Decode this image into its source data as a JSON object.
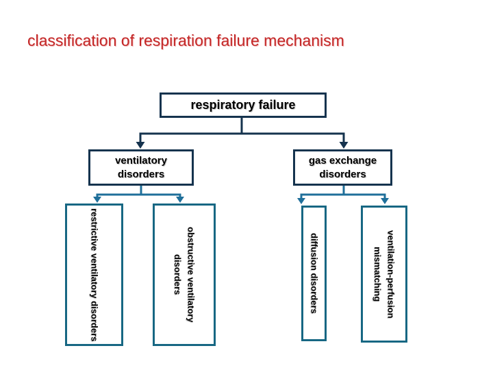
{
  "title": "classification of respiration failure mechanism",
  "colors": {
    "title-red": "#c32727",
    "navy": "#15334e",
    "teal-border": "#176783",
    "teal-line": "#1f6f9a"
  },
  "diagram": {
    "root": {
      "label": "respiratory failure"
    },
    "level2": [
      {
        "label": "ventilatory disorders"
      },
      {
        "label": "gas exchange disorders"
      }
    ],
    "level3": [
      {
        "label": "restrictive ventilatory disorders"
      },
      {
        "label": "obstructive ventilatory disorders"
      },
      {
        "label": "diffusion disorders"
      },
      {
        "label": "ventilation-perfusion mismatching"
      }
    ]
  }
}
